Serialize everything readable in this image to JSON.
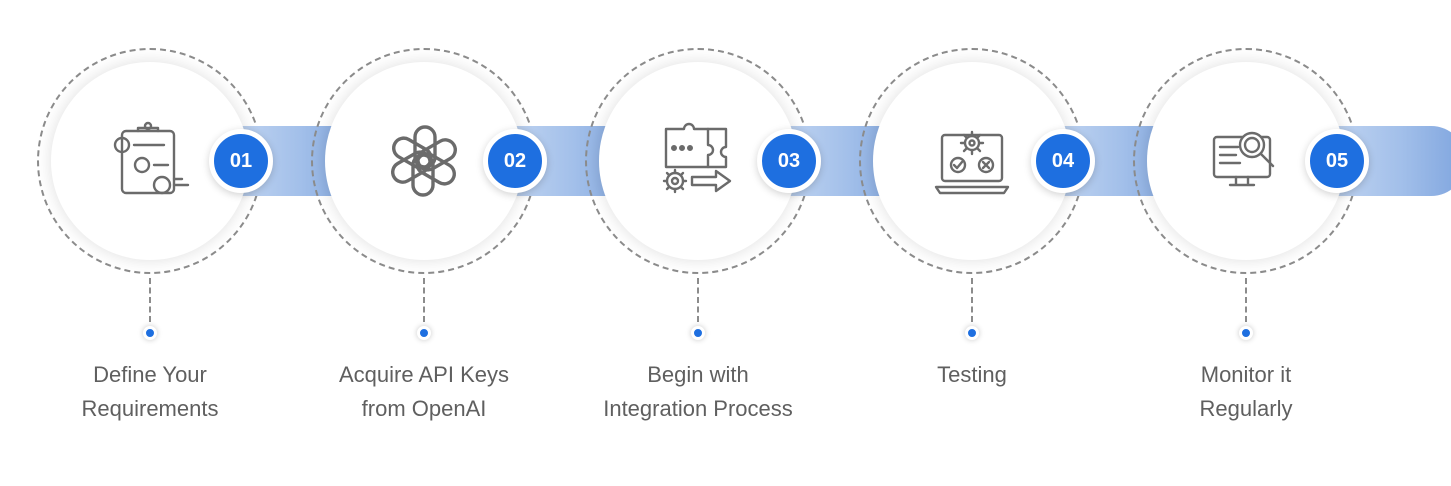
{
  "steps": [
    {
      "number": "01",
      "title_lines": [
        "Define Your",
        "Requirements"
      ],
      "icon": "numbered-checklist-icon"
    },
    {
      "number": "02",
      "title_lines": [
        "Acquire API Keys",
        "from OpenAI"
      ],
      "icon": "openai-logo-icon"
    },
    {
      "number": "03",
      "title_lines": [
        "Begin with",
        "Integration Process"
      ],
      "icon": "puzzle-integration-icon"
    },
    {
      "number": "04",
      "title_lines": [
        "Testing"
      ],
      "icon": "laptop-testing-icon"
    },
    {
      "number": "05",
      "title_lines": [
        "Monitor it",
        "Regularly"
      ],
      "icon": "monitor-search-icon"
    }
  ],
  "colors": {
    "accent": "#1e6fe0",
    "arrow": "#a3c0ea",
    "icon_stroke": "#6b6b6b",
    "text": "#5f5f5f",
    "dashed_ring": "#8c8c8c"
  }
}
